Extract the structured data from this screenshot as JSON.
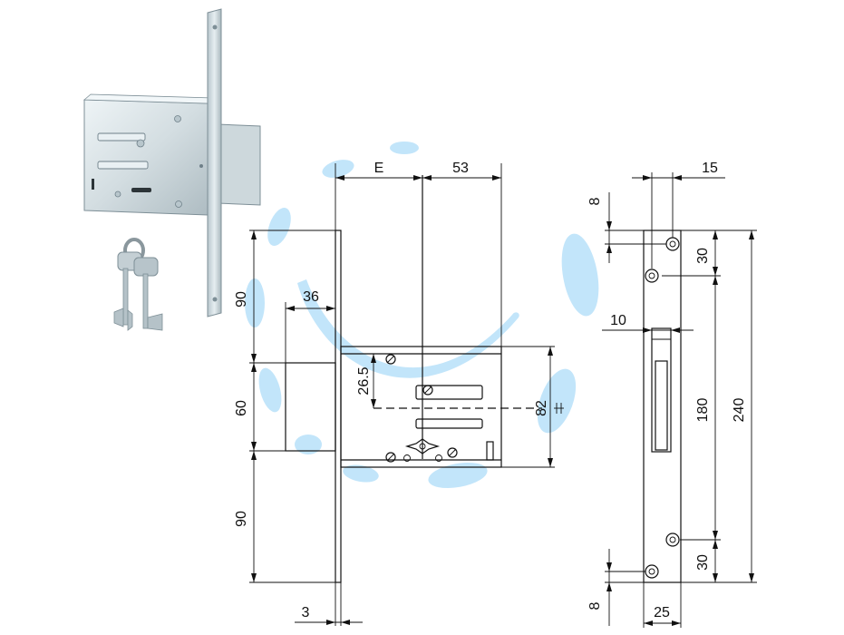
{
  "dimensions": {
    "E": "E",
    "d53": "53",
    "d36": "36",
    "d90_top": "90",
    "d60": "60",
    "d90_bottom": "90",
    "d3": "3",
    "d26_5": "26.5",
    "d82": "82",
    "d8_top": "8",
    "d15": "15",
    "d30_top": "30",
    "d10": "10",
    "d180": "180",
    "d240": "240",
    "d30_bottom": "30",
    "d8_bottom": "8",
    "d25": "25"
  },
  "colors": {
    "line": "#111111",
    "metal_light": "#e4ecef",
    "metal_mid": "#c9d5da",
    "metal_dark": "#9fb0b8",
    "watermark": "#8fd0f5"
  },
  "icons": {
    "product_photo": "mortise-lock-photo-icon",
    "keys": "keys-icon",
    "watermark": "watermark-logo-icon"
  }
}
